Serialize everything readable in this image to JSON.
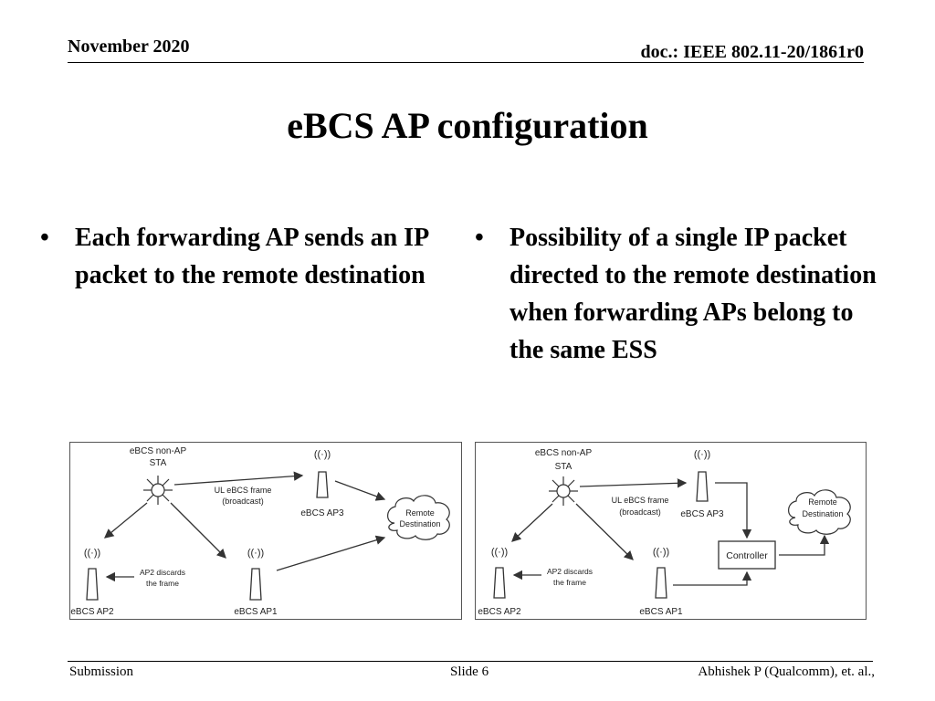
{
  "header": {
    "date": "November 2020",
    "doc_id": "doc.: IEEE 802.11-20/1861r0"
  },
  "slide_title": "eBCS AP configuration",
  "left_column": {
    "bullet": "Each forwarding AP sends an IP packet to the remote destination"
  },
  "right_column": {
    "bullet": "Possibility of a single IP packet directed to the remote destination when forwarding APs belong to the same ESS"
  },
  "diagram_left": {
    "sta_label_line1": "eBCS non-AP",
    "sta_label_line2": "STA",
    "frame_label_line1": "UL eBCS frame",
    "frame_label_line2": "(broadcast)",
    "ap3_label": "eBCS AP3",
    "remote_line1": "Remote",
    "remote_line2": "Destination",
    "discard_line1": "AP2 discards",
    "discard_line2": "the frame",
    "ap2_label": "eBCS AP2",
    "ap1_label": "eBCS AP1",
    "wifi_glyph": "((·))"
  },
  "diagram_right": {
    "sta_label_line1": "eBCS non-AP",
    "sta_label_line2": "STA",
    "frame_label_line1": "UL eBCS frame",
    "frame_label_line2": "(broadcast)",
    "ap3_label": "eBCS AP3",
    "remote_line1": "Remote",
    "remote_line2": "Destination",
    "controller_label": "Controller",
    "discard_line1": "AP2 discards",
    "discard_line2": "the frame",
    "ap2_label": "eBCS AP2",
    "ap1_label": "eBCS AP1",
    "wifi_glyph": "((·))"
  },
  "footer": {
    "left": "Submission",
    "center": "Slide 6",
    "right": "Abhishek P (Qualcomm), et. al.,"
  },
  "bullet_glyph": "•"
}
